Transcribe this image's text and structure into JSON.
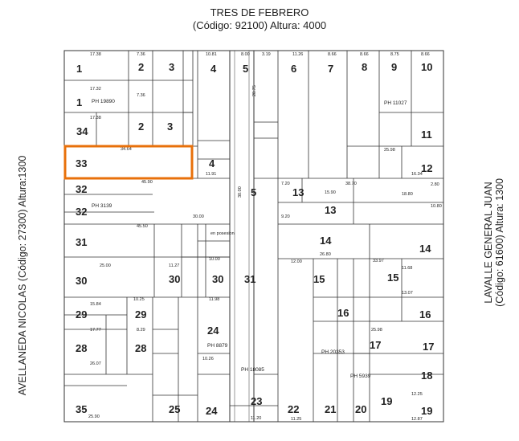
{
  "streets": {
    "top_name": "TRES DE FEBRERO",
    "top_code": "(Código: 92100) Altura: 4000",
    "left": "AVELLANEDA NICOLAS (Código: 27300) Altura:1300",
    "right_name": "LAVALLE GENERAL JUAN",
    "right_code": "(Código: 61600) Altura: 1300"
  },
  "highlight_color": "#e8700a",
  "lots": [
    "1",
    "2",
    "3",
    "4",
    "5",
    "6",
    "7",
    "8",
    "9",
    "10",
    "1",
    "34",
    "2",
    "3",
    "11",
    "33",
    "4",
    "12",
    "32",
    "13",
    "5",
    "13",
    "32",
    "31",
    "14",
    "14",
    "30",
    "30",
    "15",
    "15",
    "29",
    "29",
    "16",
    "16",
    "28",
    "28",
    "24",
    "17",
    "17",
    "18",
    "35",
    "25",
    "24",
    "23",
    "22",
    "21",
    "20",
    "19",
    "19",
    "30",
    "31"
  ],
  "ph_labels": [
    "PH 19890",
    "PH 11027",
    "PH 3139",
    "PH 8879",
    "PH 18085",
    "PH 20353",
    "PH 5939"
  ],
  "annotations": [
    "en posesion"
  ],
  "measures": [
    "17.38",
    "17.32",
    "17.38",
    "7.36",
    "7.36",
    "10.81",
    "8.00",
    "3.19",
    "11.26",
    "8.66",
    "8.66",
    "8.75",
    "8.66",
    "25.98",
    "34.64",
    "45.90",
    "11.91",
    "20.75",
    "30.00",
    "15.90",
    "38.70",
    "18.80",
    "45.50",
    "30.00",
    "25.00",
    "11.27",
    "10.00",
    "11.98",
    "12.00",
    "26.80",
    "33.97",
    "11.68",
    "13.07",
    "10.25",
    "15.84",
    "17.77",
    "8.29",
    "26.07",
    "25.98",
    "10.26",
    "11.25",
    "11.20",
    "12.87",
    "12.25",
    "16.34",
    "25.90",
    "2.80",
    "10.80",
    "7.20",
    "9.20"
  ]
}
